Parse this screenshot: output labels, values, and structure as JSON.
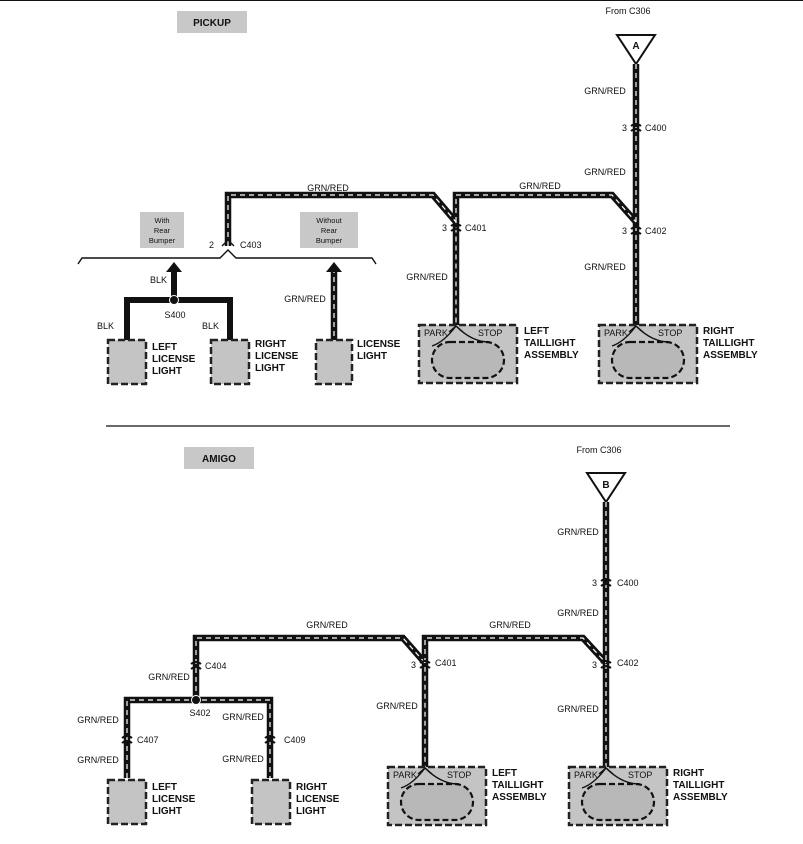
{
  "pickup": {
    "header": "PICKUP",
    "from_label": "From C306",
    "terminal": "A",
    "wire_color": "GRN/RED",
    "pin": "3",
    "pin_c403": "2",
    "c400": "C400",
    "c401": "C401",
    "c402": "C402",
    "c403": "C403",
    "s400": "S400",
    "blk": "BLK",
    "with_bumper": [
      "With",
      "Rear",
      "Bumper"
    ],
    "without_bumper": [
      "Without",
      "Rear",
      "Bumper"
    ],
    "left_license": [
      "LEFT",
      "LICENSE",
      "LIGHT"
    ],
    "right_license": [
      "RIGHT",
      "LICENSE",
      "LIGHT"
    ],
    "license_light": [
      "LICENSE",
      "LIGHT"
    ],
    "left_taillight": [
      "LEFT",
      "TAILLIGHT",
      "ASSEMBLY"
    ],
    "right_taillight": [
      "RIGHT",
      "TAILLIGHT",
      "ASSEMBLY"
    ],
    "park": "PARK",
    "stop": "STOP"
  },
  "amigo": {
    "header": "AMIGO",
    "from_label": "From C306",
    "terminal": "B",
    "wire_color": "GRN/RED",
    "pin": "3",
    "c400": "C400",
    "c401": "C401",
    "c402": "C402",
    "c404": "C404",
    "c407": "C407",
    "c409": "C409",
    "s402": "S402",
    "left_license": [
      "LEFT",
      "LICENSE",
      "LIGHT"
    ],
    "right_license": [
      "RIGHT",
      "LICENSE",
      "LIGHT"
    ],
    "left_taillight": [
      "LEFT",
      "TAILLIGHT",
      "ASSEMBLY"
    ],
    "right_taillight": [
      "RIGHT",
      "TAILLIGHT",
      "ASSEMBLY"
    ],
    "park": "PARK",
    "stop": "STOP"
  }
}
